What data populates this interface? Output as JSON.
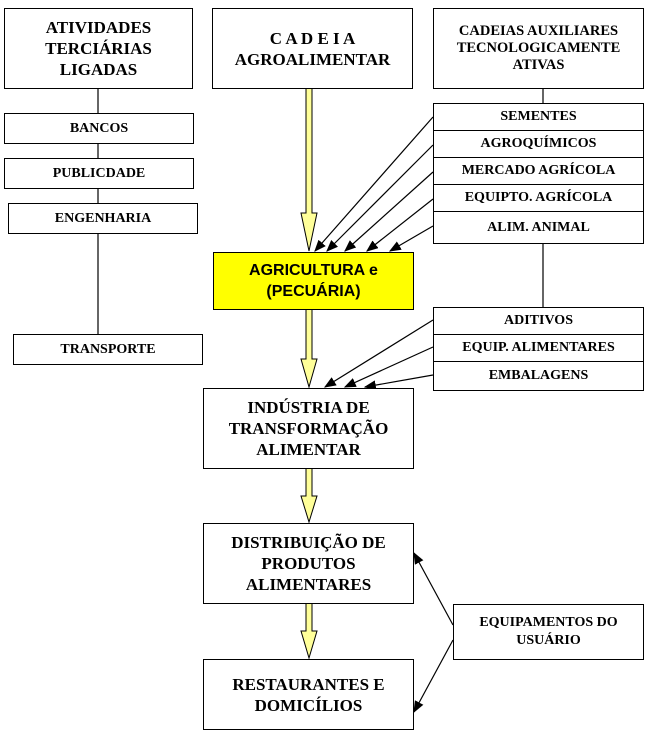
{
  "left_column": {
    "title": "ATIVIDADES TERCIÁRIAS LIGADAS",
    "items": [
      "BANCOS",
      "PUBLICDADE",
      "ENGENHARIA",
      "TRANSPORTE"
    ]
  },
  "center_column": {
    "title": "C A D E I A AGROALIMENTAR",
    "stages": [
      "AGRICULTURA e (PECUÁRIA)",
      "INDÚSTRIA DE TRANSFORMAÇÃO ALIMENTAR",
      "DISTRIBUIÇÃO DE PRODUTOS ALIMENTARES",
      "RESTAURANTES E DOMICÍLIOS"
    ]
  },
  "right_column": {
    "title": "CADEIAS AUXILIARES TECNOLOGICAMENTE ATIVAS",
    "agriculture_inputs": [
      "SEMENTES",
      "AGROQUÍMICOS",
      "MERCADO AGRÍCOLA",
      "EQUIPTO. AGRÍCOLA",
      "ALIM. ANIMAL"
    ],
    "industry_inputs": [
      "ADITIVOS",
      "EQUIP. ALIMENTARES",
      "EMBALAGENS"
    ],
    "user_equipment": "EQUIPAMENTOS DO USUÁRIO"
  },
  "colors": {
    "highlight": "#ffff00",
    "flow_arrow": "#ffff99"
  }
}
